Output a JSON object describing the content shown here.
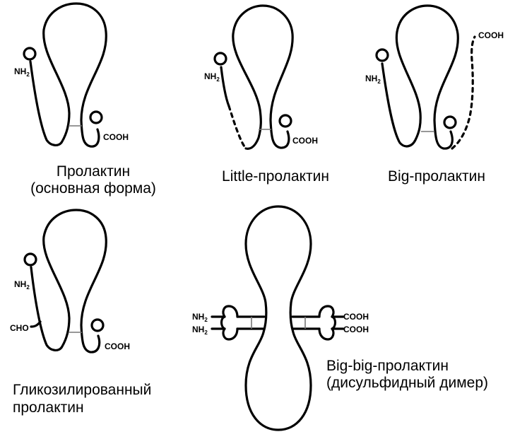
{
  "variants": {
    "main": {
      "caption_line1": "Пролактин",
      "caption_line2": "(основная форма)",
      "nh2": "NH",
      "cooh": "COOH"
    },
    "little": {
      "caption_line1": "Little-пролактин",
      "nh2": "NH",
      "cooh": "COOH"
    },
    "big": {
      "caption_line1": "Big-пролактин",
      "nh2": "NH",
      "cooh": "COOH"
    },
    "glyco": {
      "caption_line1": "Гликозилированный",
      "caption_line2": "пролактин",
      "nh2": "NH",
      "cho": "CHO",
      "cooh": "COOH"
    },
    "bigbig": {
      "caption_line1": "Big-big-пролактин",
      "caption_line2": "(дисульфидный димер)",
      "nh2_top": "NH",
      "nh2_bottom": "NH",
      "cooh_top": "COOH",
      "cooh_bottom": "COOH"
    }
  },
  "subscript_2": "2"
}
